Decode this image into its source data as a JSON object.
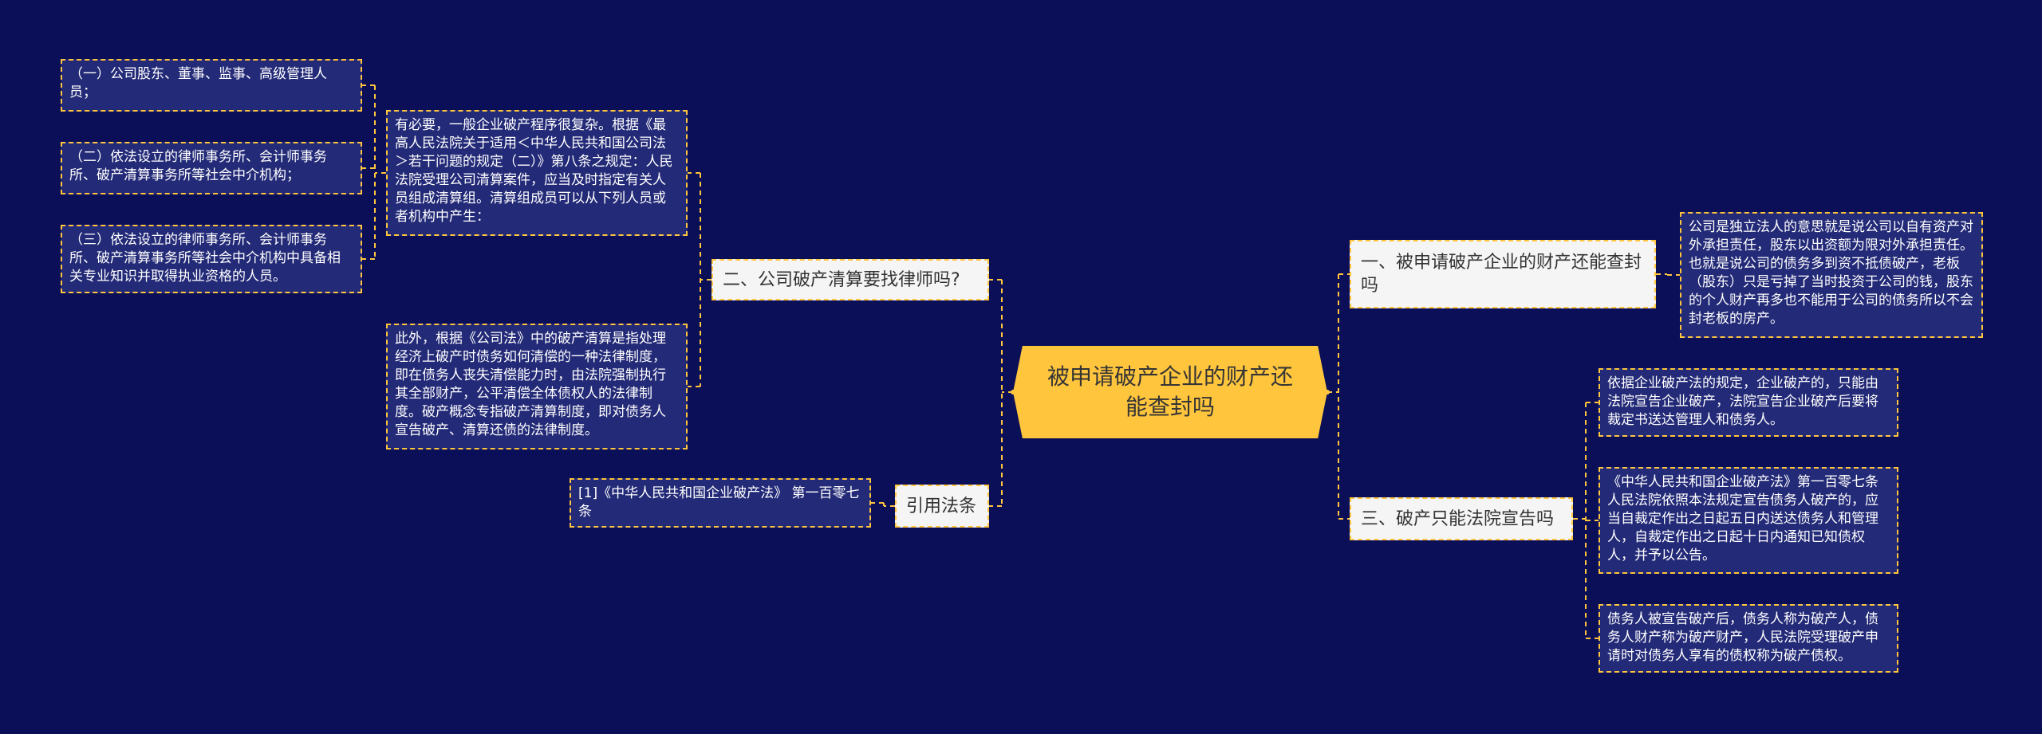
{
  "colors": {
    "background": "#0b0f57",
    "center": "#ffc53d",
    "connector": "#ffc53d",
    "branch_bg": "#f5f5f5",
    "leaf_bg": "#232a77"
  },
  "center": {
    "text": "被申请破产企业的财产还能查封吗"
  },
  "branches": {
    "b1": {
      "label": "一、被申请破产企业的财产还能查封吗",
      "leaves": [
        "公司是独立法人的意思就是说公司以自有资产对外承担责任，股东以出资额为限对外承担责任。也就是说公司的债务多到资不抵债破产，老板（股东）只是亏掉了当时投资于公司的钱，股东的个人财产再多也不能用于公司的债务所以不会封老板的房产。"
      ]
    },
    "b2": {
      "label": "二、公司破产清算要找律师吗?",
      "leaves": [
        "有必要，一般企业破产程序很复杂。根据《最高人民法院关于适用＜中华人民共和国公司法＞若干问题的规定（二）》第八条之规定：人民法院受理公司清算案件，应当及时指定有关人员组成清算组。清算组成员可以从下列人员或者机构中产生：",
        "此外，根据《公司法》中的破产清算是指处理经济上破产时债务如何清偿的一种法律制度，即在债务人丧失清偿能力时，由法院强制执行其全部财产，公平清偿全体债权人的法律制度。破产概念专指破产清算制度，即对债务人宣告破产、清算还债的法律制度。"
      ],
      "subleaves": [
        "（一）公司股东、董事、监事、高级管理人员；",
        "（二）依法设立的律师事务所、会计师事务所、破产清算事务所等社会中介机构；",
        "（三）依法设立的律师事务所、会计师事务所、破产清算事务所等社会中介机构中具备相关专业知识并取得执业资格的人员。"
      ]
    },
    "b3": {
      "label": "三、破产只能法院宣告吗",
      "leaves": [
        "依据企业破产法的规定，企业破产的，只能由法院宣告企业破产，法院宣告企业破产后要将裁定书送达管理人和债务人。",
        "《中华人民共和国企业破产法》第一百零七条人民法院依照本法规定宣告债务人破产的，应当自裁定作出之日起五日内送达债务人和管理人，自裁定作出之日起十日内通知已知债权人，并予以公告。",
        "债务人被宣告破产后，债务人称为破产人，债务人财产称为破产财产，人民法院受理破产申请时对债务人享有的债权称为破产债权。"
      ]
    },
    "b4": {
      "label": "引用法条",
      "leaves": [
        "[1]《中华人民共和国企业破产法》 第一百零七条"
      ]
    }
  }
}
